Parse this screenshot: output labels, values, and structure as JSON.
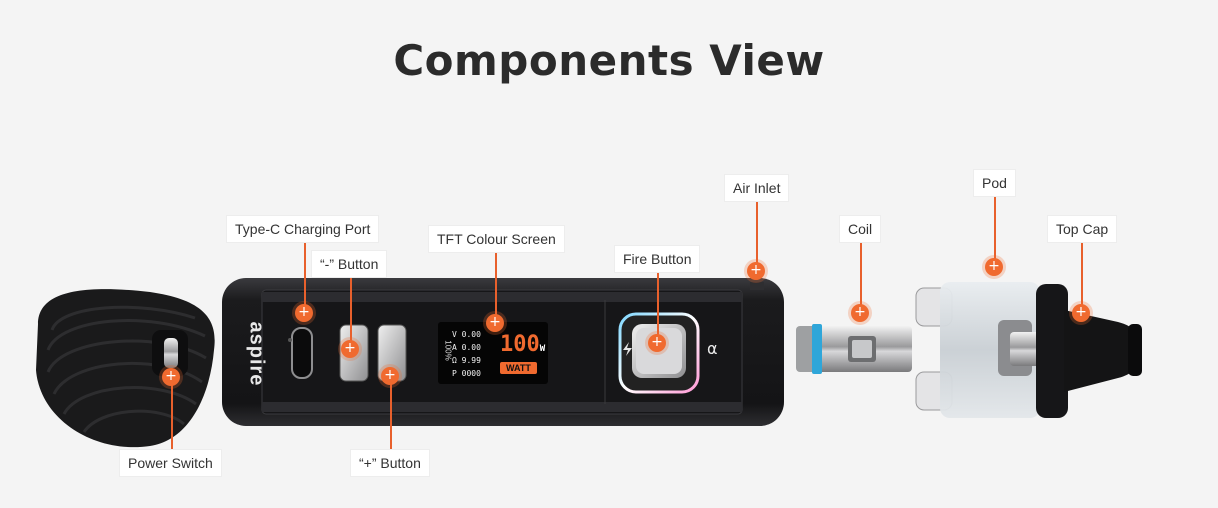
{
  "title": "Components View",
  "brand": "aspire",
  "screen": {
    "mode": "WATT",
    "wattage": "100",
    "unit": "W",
    "battery": "100%",
    "readings": [
      "V 0.00",
      "A 0.00",
      "Ω 9.99",
      "P 0000"
    ]
  },
  "hotspot_symbol": "+",
  "hotspots": [
    {
      "id": "power-switch",
      "label": "Power Switch"
    },
    {
      "id": "type-c-port",
      "label": "Type-C Charging Port"
    },
    {
      "id": "minus-button",
      "label": "“-” Button"
    },
    {
      "id": "plus-button",
      "label": "“+” Button"
    },
    {
      "id": "tft-screen",
      "label": "TFT Colour Screen"
    },
    {
      "id": "fire-button",
      "label": "Fire Button"
    },
    {
      "id": "air-inlet",
      "label": "Air Inlet"
    },
    {
      "id": "coil",
      "label": "Coil"
    },
    {
      "id": "pod",
      "label": "Pod"
    },
    {
      "id": "top-cap",
      "label": "Top Cap"
    }
  ],
  "colors": {
    "accent": "#f06a2f",
    "background": "#f4f4f4",
    "device": "#1c1c1e"
  }
}
